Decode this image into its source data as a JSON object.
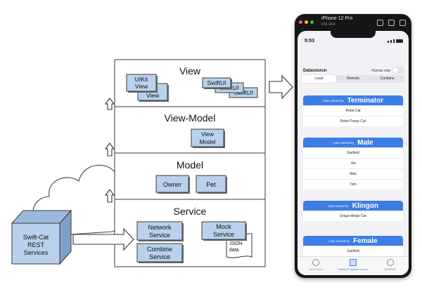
{
  "layers": {
    "view": "View",
    "view_model": "View-Model",
    "model": "Model",
    "service": "Service"
  },
  "view_layer": {
    "uikit_front": [
      "UIKit",
      "View"
    ],
    "uikit_back": "View",
    "swiftui_front": "SwiftUI",
    "swiftui_mid": "SwiftUI",
    "swiftui_back": "SwiftUI"
  },
  "view_model_layer": {
    "box": [
      "View",
      "Model"
    ]
  },
  "model_layer": {
    "owner": "Owner",
    "pet": "Pet"
  },
  "service_layer": {
    "network": [
      "Network",
      "Service"
    ],
    "combine": [
      "Combine",
      "Service"
    ],
    "mock": [
      "Mock",
      "Service"
    ],
    "json": [
      "JSON",
      "data"
    ]
  },
  "external": {
    "cube": [
      "Swift-Cat",
      "REST",
      "Services"
    ]
  },
  "phone": {
    "device_name": "iPhone 12 Pro",
    "os_version": "iOS 14.4",
    "time": "5:53",
    "datasource_label": "Datasource:",
    "human_only": "Human only",
    "segments": [
      "Local",
      "Remote",
      "Combine"
    ],
    "cards": [
      {
        "prefix": "Cats owned by",
        "owner": "Terminator",
        "cats": [
          "Robo Cat",
          "Robo Pussy Cat"
        ]
      },
      {
        "prefix": "Cats owned by",
        "owner": "Male",
        "cats": [
          "Garfield",
          "Jim",
          "Max",
          "Tom"
        ]
      },
      {
        "prefix": "Cats owned by",
        "owner": "Klingon",
        "cats": [
          "Drago-klingo Cat"
        ]
      },
      {
        "prefix": "Cats owned by",
        "owner": "Female",
        "cats": [
          "Garfield"
        ]
      }
    ],
    "tabs": [
      "UIKit Demo",
      "SwiftUI/Combine Demo",
      "README"
    ],
    "accent": "#3d7de6",
    "window_dots": [
      "#ff5f57",
      "#febc2e",
      "#28c840"
    ]
  }
}
